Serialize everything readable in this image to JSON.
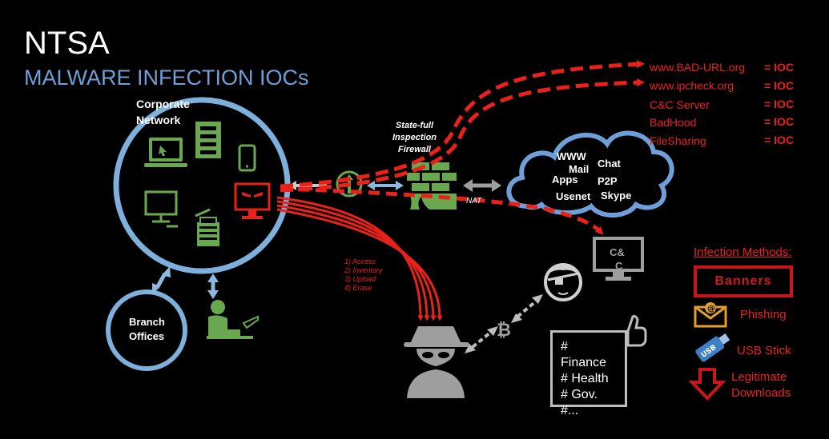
{
  "header": {
    "title": "NTSA",
    "subtitle": "MALWARE INFECTION IOCs"
  },
  "network": {
    "corporate_label_1": "Corporate",
    "corporate_label_2": "Network",
    "branch_label_1": "Branch",
    "branch_label_2": "Offices"
  },
  "firewall": {
    "line1": "State-full",
    "line2": "Inspection",
    "line3": "Firewall",
    "nat": "NAT"
  },
  "cloud": {
    "www": "WWW",
    "mail": "Mail",
    "chat": "Chat",
    "apps": "Apps",
    "p2p": "P2P",
    "usenet": "Usenet",
    "skype": "Skype"
  },
  "cnc": {
    "label": "C&",
    "label2": "C"
  },
  "iocs": [
    {
      "name": "www.BAD-URL.org",
      "tag": "= IOC"
    },
    {
      "name": "www.ipcheck.org",
      "tag": "= IOC"
    },
    {
      "name": "C&C Server",
      "tag": "= IOC"
    },
    {
      "name": "BadHood",
      "tag": "= IOC"
    },
    {
      "name": "FileSharing",
      "tag": "= IOC"
    }
  ],
  "attack_steps": [
    "1) Access",
    "2) Inventory",
    "3) Upload",
    "4) Erase"
  ],
  "targets": [
    "# Finance",
    "# Health",
    "# Gov.",
    "#..."
  ],
  "infection": {
    "heading": "Infection Methods:",
    "banners": "Banners",
    "phishing": "Phishing",
    "usb": "USB Stick",
    "legit_1": "Legitimate",
    "legit_2": "Downloads"
  },
  "icons": {
    "laptop": "laptop-icon",
    "server": "server-icon",
    "phone": "phone-icon",
    "desktop": "desktop-icon",
    "infected": "infected-monitor-icon",
    "printer": "printer-icon",
    "router": "router-icon",
    "brick": "firewall-brick-icon",
    "hacker": "hacker-icon",
    "eyepatch": "eyepatch-person-icon",
    "bitcoin": "bitcoin-icon",
    "thumbs": "thumbs-up-icon",
    "envelope": "envelope-icon",
    "usbstick": "usb-stick-icon",
    "downarrow": "download-arrow-icon",
    "worker": "worker-icon"
  },
  "colors": {
    "accent_blue": "#6f9fd8",
    "ring_blue": "#7eb0dc",
    "alert_red": "#e8221a",
    "device_green": "#6aa84f",
    "firewall_green": "#6aa84f",
    "grey": "#9e9e9e"
  }
}
